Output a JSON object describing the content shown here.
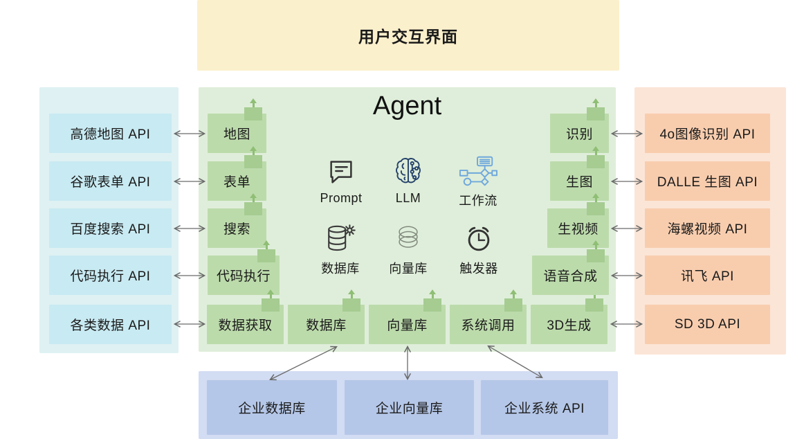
{
  "colors": {
    "top_box_bg": "#FBF0CC",
    "left_panel_bg": "#DFF1F3",
    "left_box_bg": "#C8EAF2",
    "agent_panel_bg": "#DFEEDA",
    "agent_box_bg": "#BCDBAB",
    "agent_tab_bg": "#A6CC92",
    "agent_tab_arrow": "#8FBE75",
    "right_panel_bg": "#FBE5D6",
    "right_box_bg": "#F8CDAE",
    "bottom_panel_bg": "#D2DCF2",
    "bottom_box_bg": "#B5C7E8",
    "connector_arrow": "#6A6A6A",
    "flowchart_icon_blue": "#6FA8DC",
    "brain_icon_navy": "#24426B",
    "text": "#1A1A1A"
  },
  "top_box": {
    "label": "用户交互界面"
  },
  "left_panel": {
    "items": [
      "高德地图 API",
      "谷歌表单 API",
      "百度搜索 API",
      "代码执行 API",
      "各类数据 API"
    ]
  },
  "agent": {
    "title": "Agent",
    "tools_left": [
      "地图",
      "表单",
      "搜索",
      "代码执行"
    ],
    "tools_bottom": [
      "数据获取",
      "数据库",
      "向量库",
      "系统调用",
      "3D生成"
    ],
    "tools_right": [
      "识别",
      "生图",
      "生视频",
      "语音合成"
    ],
    "core_components": [
      {
        "label": "Prompt",
        "icon": "chat-bubble"
      },
      {
        "label": "LLM",
        "icon": "brain-circuit"
      },
      {
        "label": "工作流",
        "icon": "flowchart"
      },
      {
        "label": "数据库",
        "icon": "database-gear"
      },
      {
        "label": "向量库",
        "icon": "stacked-rings"
      },
      {
        "label": "触发器",
        "icon": "alarm-clock"
      }
    ]
  },
  "right_panel": {
    "items": [
      "4o图像识别 API",
      "DALLE 生图 API",
      "海螺视频 API",
      "讯飞 API",
      "SD 3D API"
    ]
  },
  "bottom_panel": {
    "items": [
      "企业数据库",
      "企业向量库",
      "企业系统 API"
    ]
  }
}
